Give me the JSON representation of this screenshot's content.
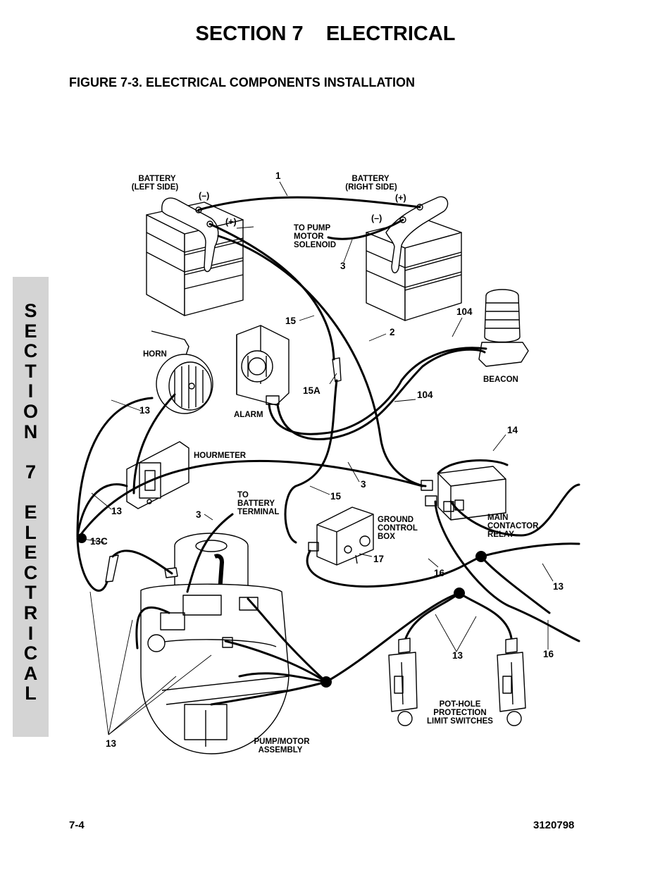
{
  "header": {
    "section_title": "SECTION 7    ELECTRICAL",
    "figure_title": "FIGURE 7-3. ELECTRICAL COMPONENTS INSTALLATION"
  },
  "side_tab": {
    "letters": [
      "S",
      "E",
      "C",
      "T",
      "I",
      "O",
      "N",
      "",
      "7",
      "",
      "E",
      "L",
      "E",
      "C",
      "T",
      "R",
      "I",
      "C",
      "A",
      "L"
    ]
  },
  "labels": {
    "battery_left_1": "BATTERY",
    "battery_left_2": "(LEFT SIDE)",
    "battery_right_1": "BATTERY",
    "battery_right_2": "(RIGHT SIDE)",
    "neg_left": "(–)",
    "pos_left": "(+)",
    "pos_right": "(+)",
    "neg_right": "(–)",
    "to_pump_1": "TO PUMP",
    "to_pump_2": "MOTOR",
    "to_pump_3": "SOLENOID",
    "horn": "HORN",
    "alarm": "ALARM",
    "hourmeter": "HOURMETER",
    "beacon": "BEACON",
    "to_batt_1": "TO",
    "to_batt_2": "BATTERY",
    "to_batt_3": "TERMINAL",
    "gcb_1": "GROUND",
    "gcb_2": "CONTROL",
    "gcb_3": "BOX",
    "mcr_1": "MAIN",
    "mcr_2": "CONTACTOR",
    "mcr_3": "RELAY",
    "pot_1": "POT-HOLE",
    "pot_2": "PROTECTION",
    "pot_3": "LIMIT SWITCHES",
    "pump_1": "PUMP/MOTOR",
    "pump_2": "ASSEMBLY"
  },
  "callouts": {
    "c1": "1",
    "c3a": "3",
    "c15a": "15",
    "c2": "2",
    "c104a": "104",
    "c15A": "15A",
    "c13a": "13",
    "c104b": "104",
    "c14": "14",
    "c3b": "3",
    "c13b": "13",
    "c15b": "15",
    "c3c": "3",
    "c13C": "13C",
    "c17": "17",
    "c16a": "16",
    "c13c": "13",
    "c13d": "13",
    "c16b": "16",
    "c13e": "13"
  },
  "footer": {
    "page_number": "7-4",
    "doc_number": "3120798"
  }
}
